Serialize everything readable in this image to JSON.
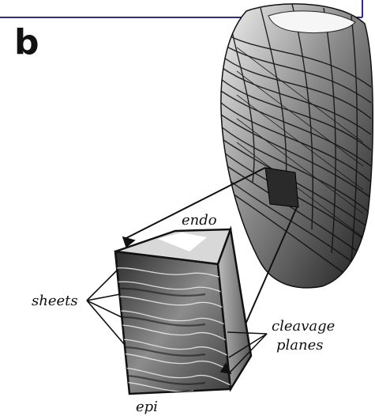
{
  "panel_label": "b",
  "labels": {
    "endo": "endo",
    "sheets": "sheets",
    "cleavage_line1": "cleavage",
    "cleavage_line2": "planes",
    "epi": "epi"
  },
  "colors": {
    "frame_border": "#2b2e8f",
    "ink": "#111111",
    "tissue_light": "#e6e6e6",
    "tissue_dark": "#3a3a3a"
  }
}
